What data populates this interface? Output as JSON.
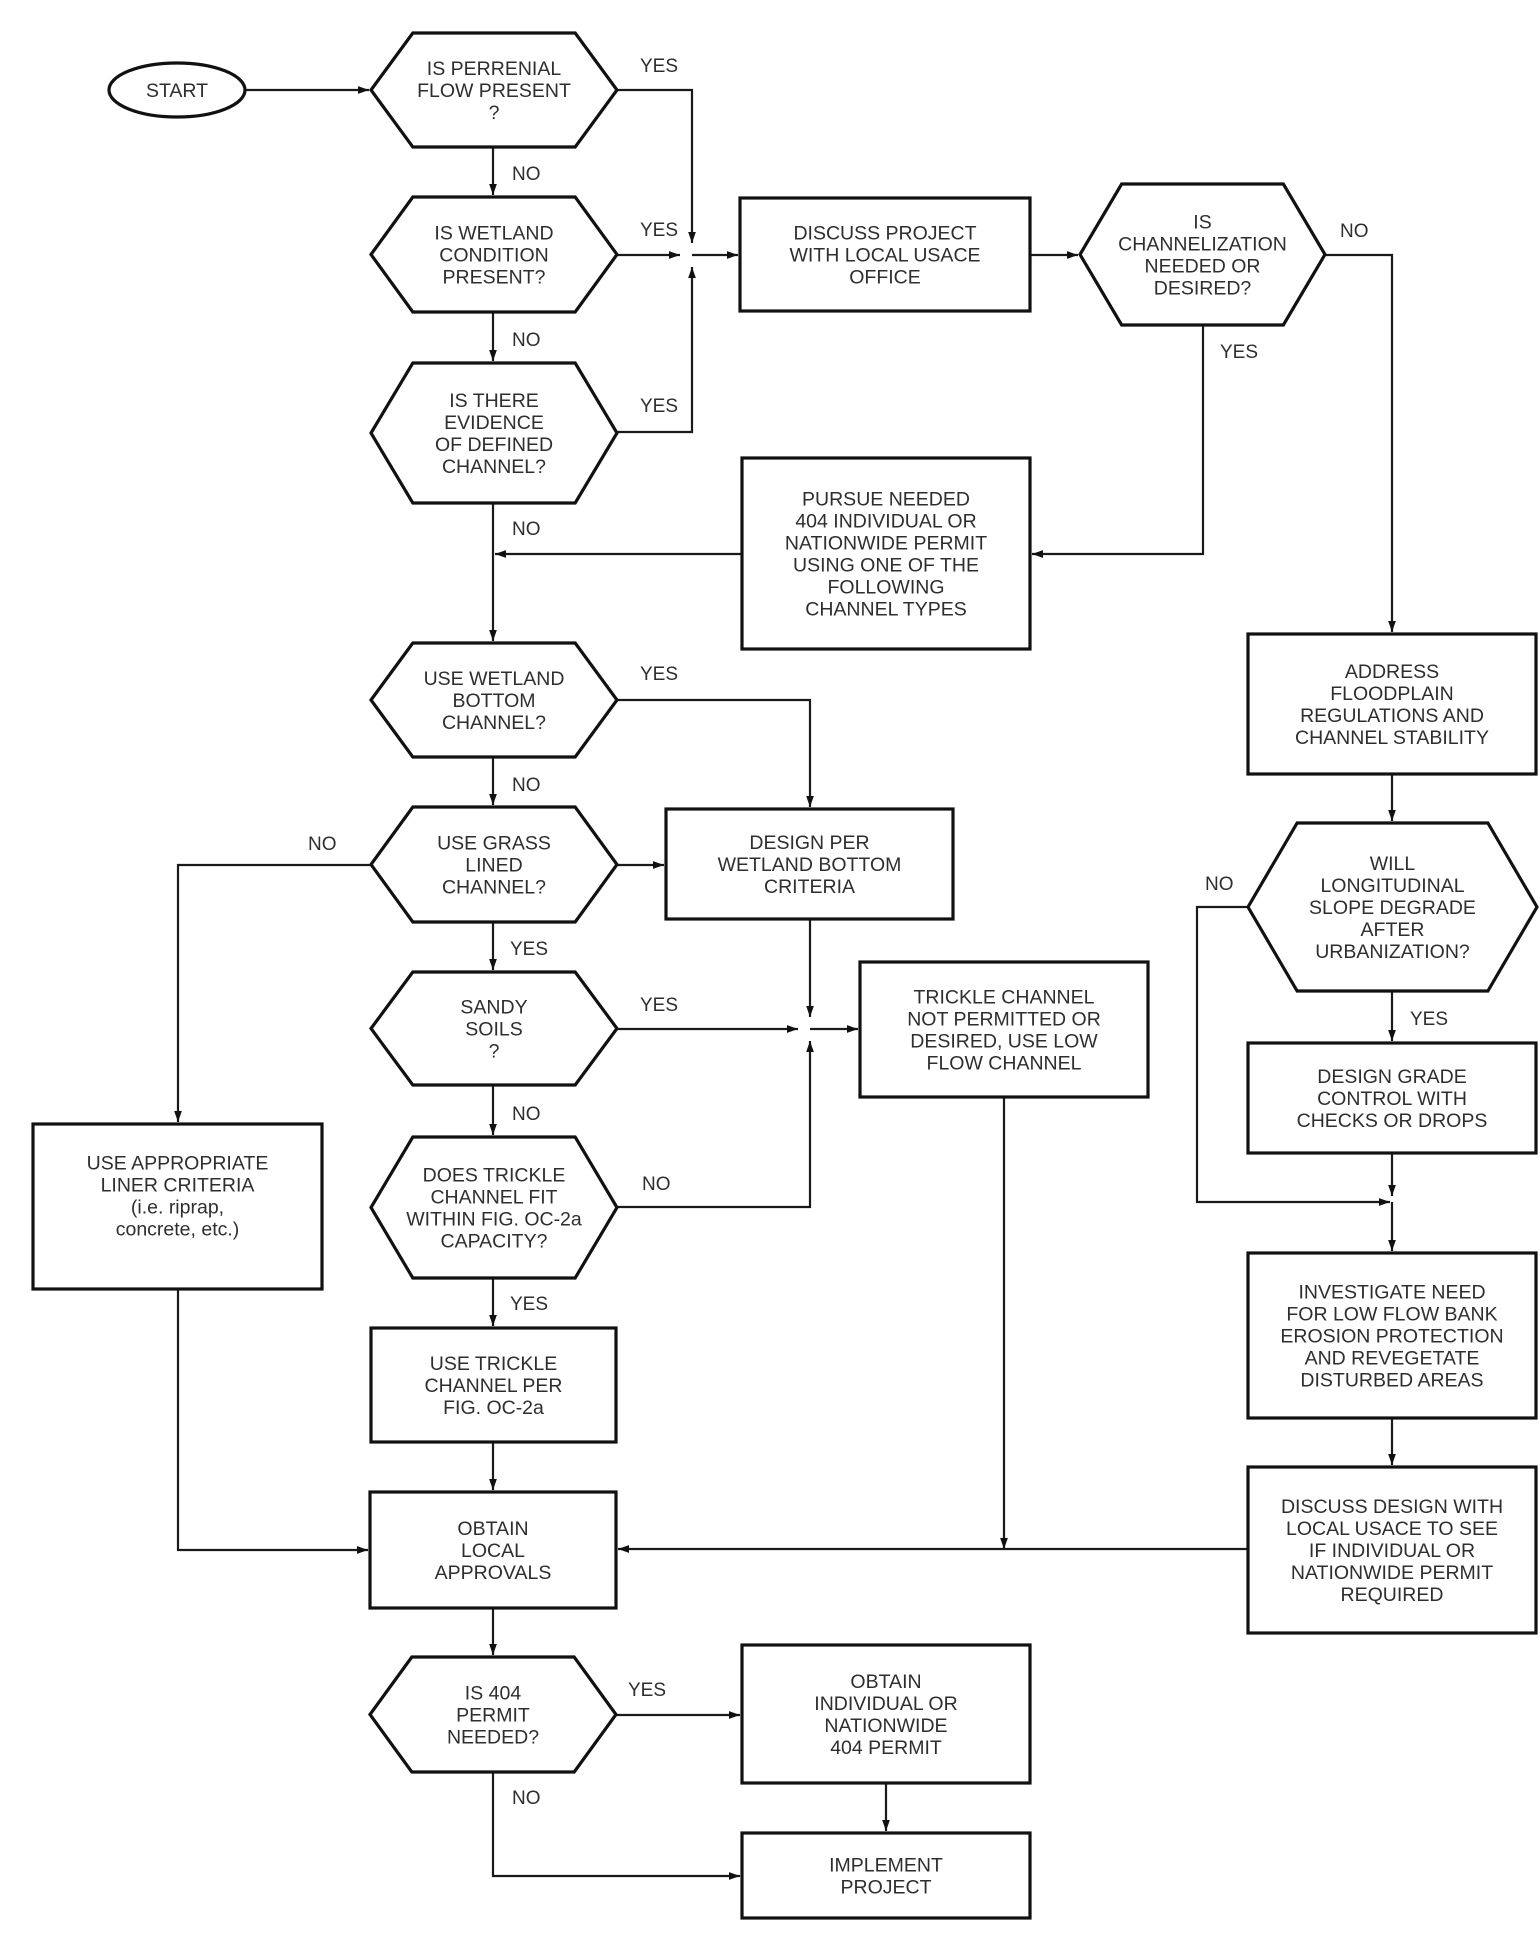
{
  "diagram": {
    "type": "flowchart",
    "nodes": {
      "start": {
        "kind": "terminal",
        "lines": [
          "START"
        ]
      },
      "perennial_flow": {
        "kind": "decision",
        "lines": [
          "IS PERRENIAL",
          "FLOW PRESENT",
          "?"
        ]
      },
      "wetland_condition": {
        "kind": "decision",
        "lines": [
          "IS WETLAND",
          "CONDITION",
          "PRESENT?"
        ]
      },
      "defined_channel": {
        "kind": "decision",
        "lines": [
          "IS THERE",
          "EVIDENCE",
          "OF DEFINED",
          "CHANNEL?"
        ]
      },
      "discuss_project": {
        "kind": "process",
        "lines": [
          "DISCUSS PROJECT",
          "WITH LOCAL USACE",
          "OFFICE"
        ]
      },
      "channelization": {
        "kind": "decision",
        "lines": [
          "IS",
          "CHANNELIZATION",
          "NEEDED OR",
          "DESIRED?"
        ]
      },
      "pursue_permit": {
        "kind": "process",
        "lines": [
          "PURSUE NEEDED",
          "404 INDIVIDUAL OR",
          "NATIONWIDE PERMIT",
          "USING ONE OF THE",
          "FOLLOWING",
          "CHANNEL TYPES"
        ]
      },
      "use_wetland_bottom": {
        "kind": "decision",
        "lines": [
          "USE WETLAND",
          "BOTTOM",
          "CHANNEL?"
        ]
      },
      "use_grass_lined": {
        "kind": "decision",
        "lines": [
          "USE GRASS",
          "LINED",
          "CHANNEL?"
        ]
      },
      "design_wetland_bottom": {
        "kind": "process",
        "lines": [
          "DESIGN PER",
          "WETLAND BOTTOM",
          "CRITERIA"
        ]
      },
      "sandy_soils": {
        "kind": "decision",
        "lines": [
          "SANDY",
          "SOILS",
          "?"
        ]
      },
      "trickle_not_permitted": {
        "kind": "process",
        "lines": [
          "TRICKLE CHANNEL",
          "NOT PERMITTED OR",
          "DESIRED, USE LOW",
          "FLOW CHANNEL"
        ]
      },
      "trickle_fit": {
        "kind": "decision",
        "lines": [
          "DOES TRICKLE",
          "CHANNEL FIT",
          "WITHIN FIG. OC-2a",
          "CAPACITY?"
        ]
      },
      "use_trickle": {
        "kind": "process",
        "lines": [
          "USE TRICKLE",
          "CHANNEL PER",
          "FIG. OC-2a"
        ]
      },
      "liner_criteria": {
        "kind": "process",
        "lines": [
          "USE APPROPRIATE",
          "LINER CRITERIA",
          "",
          "(i.e. riprap,",
          "concrete, etc.)"
        ]
      },
      "address_floodplain": {
        "kind": "process",
        "lines": [
          "ADDRESS",
          "FLOODPLAIN",
          "REGULATIONS AND",
          "CHANNEL STABILITY"
        ]
      },
      "slope_degrade": {
        "kind": "decision",
        "lines": [
          "WILL",
          "LONGITUDINAL",
          "SLOPE DEGRADE",
          "AFTER",
          "URBANIZATION?"
        ]
      },
      "design_grade_control": {
        "kind": "process",
        "lines": [
          "DESIGN GRADE",
          "CONTROL WITH",
          "CHECKS OR DROPS"
        ]
      },
      "investigate_erosion": {
        "kind": "process",
        "lines": [
          "INVESTIGATE NEED",
          "FOR LOW FLOW BANK",
          "EROSION PROTECTION",
          "AND REVEGETATE",
          "DISTURBED AREAS"
        ]
      },
      "discuss_design": {
        "kind": "process",
        "lines": [
          "DISCUSS DESIGN WITH",
          "LOCAL USACE TO SEE",
          "IF INDIVIDUAL OR",
          "NATIONWIDE PERMIT",
          "REQUIRED"
        ]
      },
      "obtain_local": {
        "kind": "process",
        "lines": [
          "OBTAIN",
          "LOCAL",
          "APPROVALS"
        ]
      },
      "permit_needed": {
        "kind": "decision",
        "lines": [
          "IS 404",
          "PERMIT",
          "NEEDED?"
        ]
      },
      "obtain_404": {
        "kind": "process",
        "lines": [
          "OBTAIN",
          "INDIVIDUAL OR",
          "NATIONWIDE",
          "404 PERMIT"
        ]
      },
      "implement": {
        "kind": "process",
        "lines": [
          "IMPLEMENT",
          "PROJECT"
        ]
      }
    },
    "edges": [
      {
        "from": "start",
        "to": "perennial_flow",
        "label": ""
      },
      {
        "from": "perennial_flow",
        "to": "discuss_project",
        "label": "YES"
      },
      {
        "from": "perennial_flow",
        "to": "wetland_condition",
        "label": "NO"
      },
      {
        "from": "wetland_condition",
        "to": "discuss_project",
        "label": "YES"
      },
      {
        "from": "wetland_condition",
        "to": "defined_channel",
        "label": "NO"
      },
      {
        "from": "defined_channel",
        "to": "discuss_project",
        "label": "YES"
      },
      {
        "from": "defined_channel",
        "to": "use_wetland_bottom",
        "label": "NO"
      },
      {
        "from": "discuss_project",
        "to": "channelization",
        "label": ""
      },
      {
        "from": "channelization",
        "to": "address_floodplain",
        "label": "NO"
      },
      {
        "from": "channelization",
        "to": "pursue_permit",
        "label": "YES"
      },
      {
        "from": "pursue_permit",
        "to": "use_wetland_bottom",
        "label": ""
      },
      {
        "from": "use_wetland_bottom",
        "to": "design_wetland_bottom",
        "label": "YES"
      },
      {
        "from": "use_wetland_bottom",
        "to": "use_grass_lined",
        "label": "NO"
      },
      {
        "from": "use_grass_lined",
        "to": "design_wetland_bottom",
        "label": ""
      },
      {
        "from": "use_grass_lined",
        "to": "liner_criteria",
        "label": "NO"
      },
      {
        "from": "use_grass_lined",
        "to": "sandy_soils",
        "label": "YES"
      },
      {
        "from": "design_wetland_bottom",
        "to": "trickle_not_permitted",
        "label": ""
      },
      {
        "from": "sandy_soils",
        "to": "trickle_not_permitted",
        "label": "YES"
      },
      {
        "from": "sandy_soils",
        "to": "trickle_fit",
        "label": "NO"
      },
      {
        "from": "trickle_fit",
        "to": "trickle_not_permitted",
        "label": "NO"
      },
      {
        "from": "trickle_fit",
        "to": "use_trickle",
        "label": "YES"
      },
      {
        "from": "use_trickle",
        "to": "obtain_local",
        "label": ""
      },
      {
        "from": "liner_criteria",
        "to": "obtain_local",
        "label": ""
      },
      {
        "from": "trickle_not_permitted",
        "to": "obtain_local",
        "label": ""
      },
      {
        "from": "address_floodplain",
        "to": "slope_degrade",
        "label": ""
      },
      {
        "from": "slope_degrade",
        "to": "design_grade_control",
        "label": "YES"
      },
      {
        "from": "slope_degrade",
        "to": "investigate_erosion",
        "label": "NO"
      },
      {
        "from": "design_grade_control",
        "to": "investigate_erosion",
        "label": ""
      },
      {
        "from": "investigate_erosion",
        "to": "discuss_design",
        "label": ""
      },
      {
        "from": "discuss_design",
        "to": "obtain_local",
        "label": ""
      },
      {
        "from": "obtain_local",
        "to": "permit_needed",
        "label": ""
      },
      {
        "from": "permit_needed",
        "to": "obtain_404",
        "label": "YES"
      },
      {
        "from": "permit_needed",
        "to": "implement",
        "label": "NO"
      },
      {
        "from": "obtain_404",
        "to": "implement",
        "label": ""
      }
    ]
  },
  "labels": {
    "yes": "YES",
    "no": "NO"
  },
  "colors": {
    "line": "#111111",
    "text": "#2e2e2e",
    "background": "#ffffff"
  }
}
